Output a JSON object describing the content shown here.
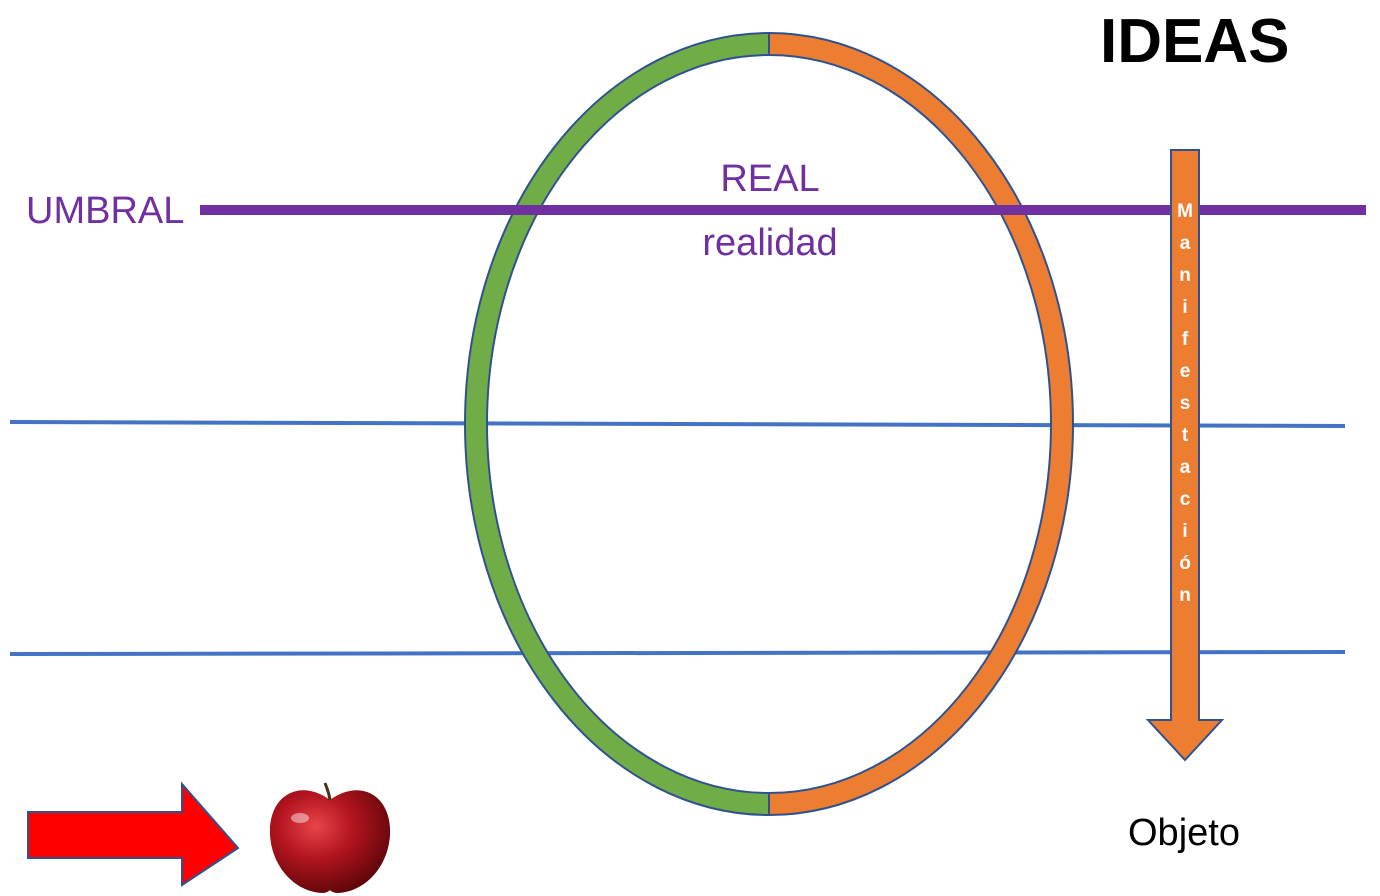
{
  "title": "IDEAS",
  "threshold": {
    "label": "UMBRAL"
  },
  "real": {
    "line1": "REAL",
    "line2": "realidad"
  },
  "arrow": {
    "text": "Manifestación",
    "letters": [
      "M",
      "a",
      "n",
      "i",
      "f",
      "e",
      "s",
      "t",
      "a",
      "c",
      "i",
      "ó",
      "n"
    ]
  },
  "object_label": "Objeto",
  "colors": {
    "threshold": "#7030a0",
    "levels": "#4472c4",
    "ring_left": "#70ad47",
    "ring_right": "#ed7d31",
    "outline": "#2f528f",
    "arrow": "#ed7d31",
    "pointer_arrow": "#ff0000",
    "apple": "#b3141f"
  },
  "icons": [
    "red-arrow-icon",
    "apple-icon"
  ]
}
